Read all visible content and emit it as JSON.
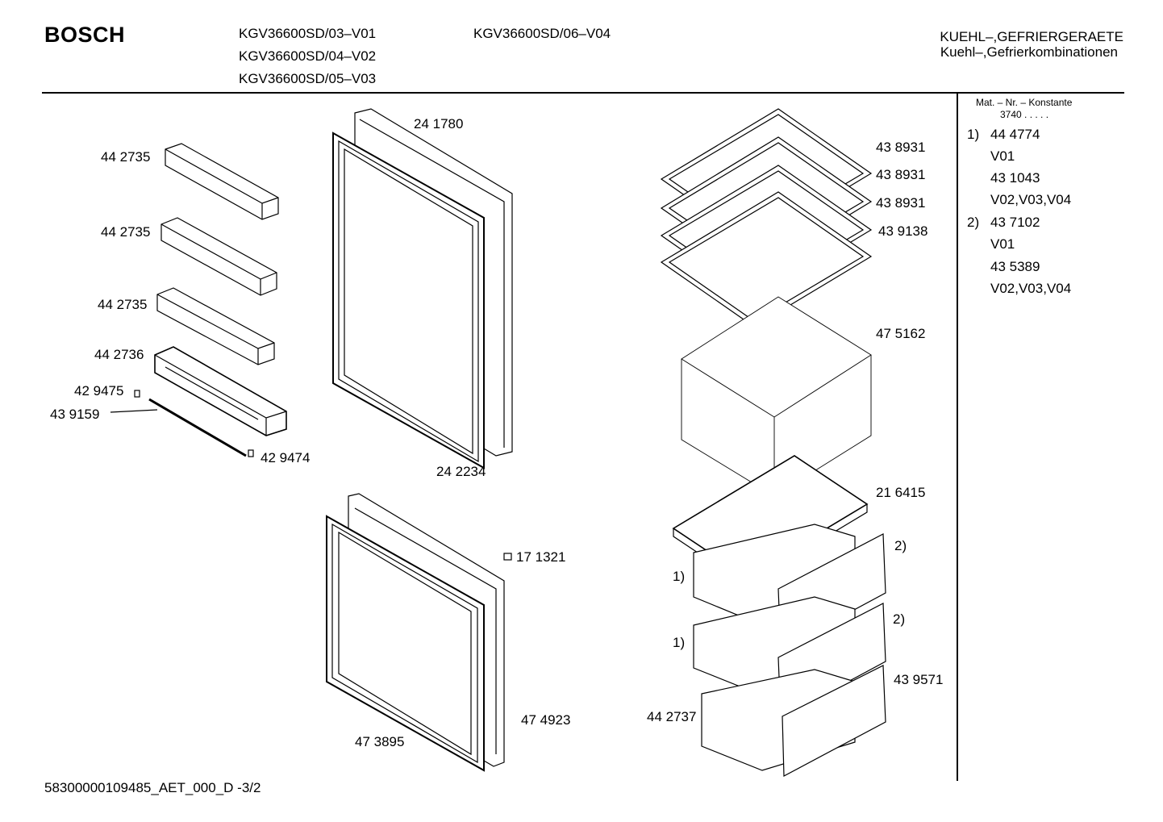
{
  "header": {
    "brand": "BOSCH",
    "models_col1": [
      "KGV36600SD/03–V01",
      "KGV36600SD/04–V02",
      "KGV36600SD/05–V03"
    ],
    "models_col2": [
      "KGV36600SD/06–V04"
    ],
    "category": "KUEHL–,GEFRIERGERAETE",
    "subcategory": "Kuehl–,Gefrierkombinationen"
  },
  "legend": {
    "title": "Mat. – Nr. – Konstante",
    "constant": "3740 . . . . .",
    "groups": [
      {
        "marker": "1)",
        "lines": [
          "44 4774",
          "V01",
          "43 1043",
          "V02,V03,V04"
        ]
      },
      {
        "marker": "2)",
        "lines": [
          "43 7102",
          "V01",
          "43 5389",
          "V02,V03,V04"
        ]
      }
    ]
  },
  "parts": {
    "shelf_1": "44 2735",
    "shelf_2": "44 2735",
    "shelf_3": "44 2735",
    "bottle_shelf": "44 2736",
    "clip_left": "42 9475",
    "rod": "43 9159",
    "clip_right": "42 9474",
    "fridge_door": "24 1780",
    "fridge_gasket": "24 2234",
    "glass_1": "43 8931",
    "glass_2": "43 8931",
    "glass_3": "43 8931",
    "glass_4": "43 9138",
    "crisper_cover": "47 5162",
    "freezer_tray": "21 6415",
    "drawer_ref_2a": "2)",
    "drawer_ref_1a": "1)",
    "drawer_ref_2b": "2)",
    "drawer_ref_1b": "1)",
    "drawer_front": "43 9571",
    "bottom_drawer": "44 2737",
    "hinge_cap": "17 1321",
    "freezer_door": "47 4923",
    "freezer_gasket": "47 3895"
  },
  "footer": {
    "doc_id": "58300000109485_AET_000_D -3/2"
  }
}
